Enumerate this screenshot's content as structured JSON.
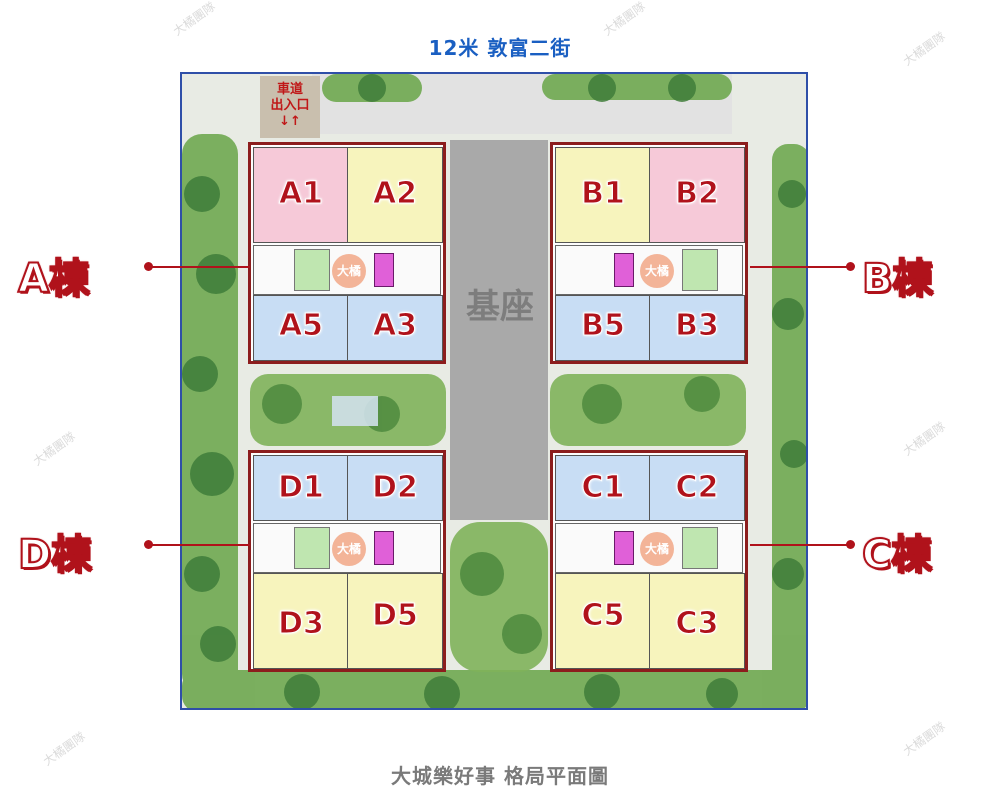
{
  "street_label": "12米 敦富二街",
  "caption": "大城樂好事 格局平面圖",
  "driveway": {
    "line1": "車道",
    "line2": "出入口",
    "arrows": "↓↑"
  },
  "podium_label": "基座",
  "watermark_text": "大橘團隊",
  "watermark_logo": "大橘",
  "towers": {
    "A": {
      "label": "A棟",
      "units": [
        "A1",
        "A2",
        "A5",
        "A3"
      ]
    },
    "B": {
      "label": "B棟",
      "units": [
        "B1",
        "B2",
        "B5",
        "B3"
      ]
    },
    "D": {
      "label": "D棟",
      "units": [
        "D1",
        "D2",
        "D3",
        "D5"
      ]
    },
    "C": {
      "label": "C棟",
      "units": [
        "C1",
        "C2",
        "C5",
        "C3"
      ]
    }
  },
  "colors": {
    "accent_red": "#b0121b",
    "street_blue": "#1a5fc2",
    "unit_pink": "#f6c9d8",
    "unit_yellow": "#f7f4bd",
    "unit_blue": "#c8ddf4",
    "stair_green": "#bfe6b0",
    "elevator_magenta": "#e060d8"
  }
}
